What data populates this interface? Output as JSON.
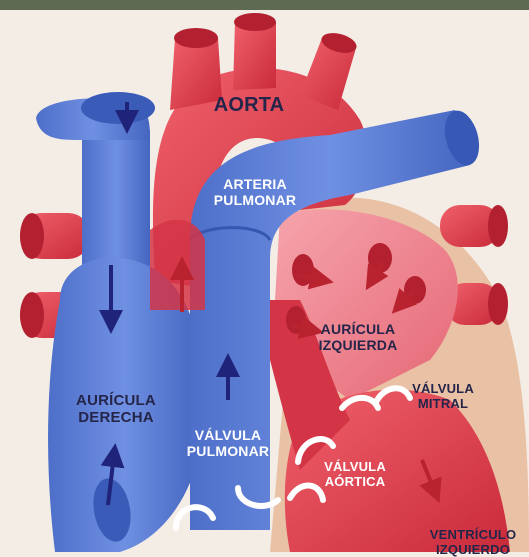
{
  "diagram": {
    "labels": {
      "aorta": "AORTA",
      "pulmonary_artery": [
        "ARTERIA",
        "PULMONAR"
      ],
      "left_atrium": [
        "AURÍCULA",
        "IZQUIERDA"
      ],
      "right_atrium": [
        "AURÍCULA",
        "DERECHA"
      ],
      "mitral_valve": [
        "VÁLVULA",
        "MITRAL"
      ],
      "pulmonary_valve": [
        "VÁLVULA",
        "PULMONAR"
      ],
      "aortic_valve": [
        "VÁLVULA",
        "AÓRTICA"
      ],
      "left_ventricle": [
        "VENTRÍCULO",
        "IZQUIERDO"
      ]
    },
    "colors": {
      "background": "#f4ede6",
      "top_band": "#5e6b52",
      "oxygenated_red": "#e4404f",
      "deoxygenated_blue": "#5b7fd8",
      "arrow_blue": "#20237a",
      "arrow_red": "#b8232f",
      "valve": "#ffffff"
    }
  }
}
